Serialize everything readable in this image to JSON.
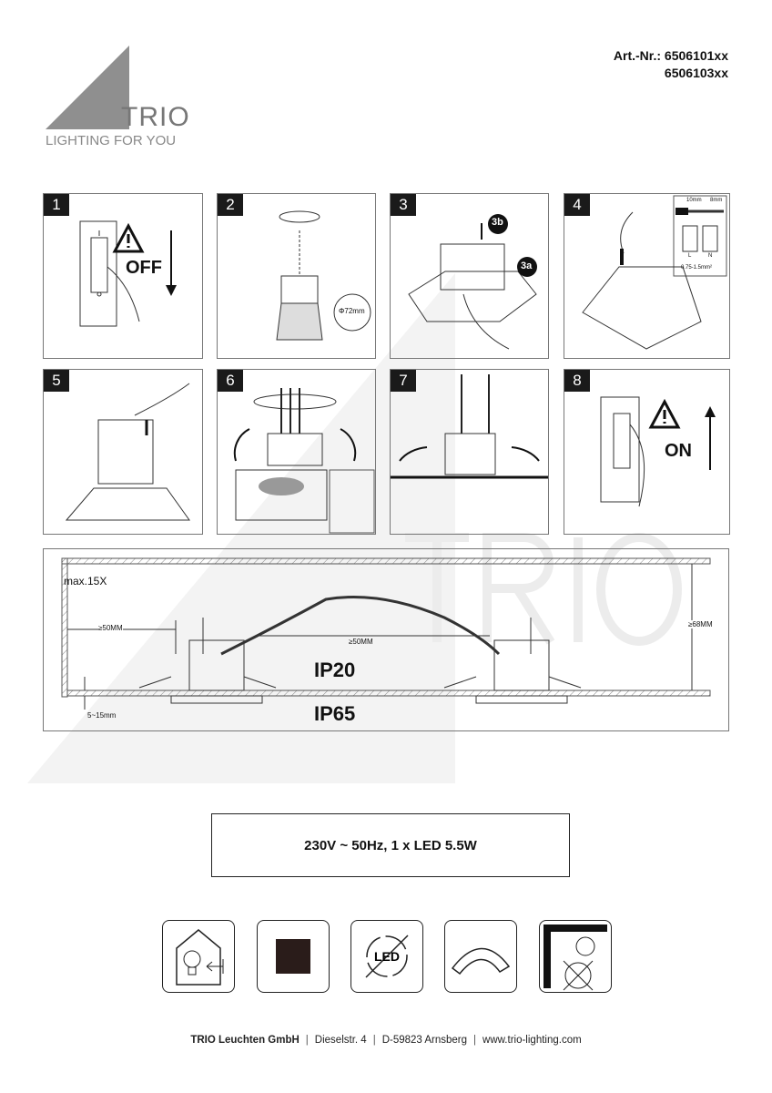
{
  "brand": {
    "name": "TRIO",
    "tagline": "LIGHTING FOR YOU"
  },
  "article": {
    "label": "Art.-Nr.:",
    "numbers": [
      "6506101xx",
      "6506103xx"
    ]
  },
  "steps": [
    {
      "number": "1",
      "text": "OFF"
    },
    {
      "number": "2",
      "text": "Φ72mm"
    },
    {
      "number": "3",
      "labels": [
        "3b",
        "3a"
      ]
    },
    {
      "number": "4",
      "dims": [
        "10mm",
        "8mm"
      ],
      "wire": "0.75-1.5mm²",
      "terminals": [
        "L",
        "N"
      ]
    },
    {
      "number": "5"
    },
    {
      "number": "6"
    },
    {
      "number": "7"
    },
    {
      "number": "8",
      "text": "ON"
    }
  ],
  "install": {
    "max": "max.15X",
    "wall_gap": "≥50MM",
    "between": "≥50MM",
    "height": "≥68MM",
    "ceiling": "5~15mm",
    "ip_top": "IP20",
    "ip_bottom": "IP65"
  },
  "spec": "230V ~ 50Hz, 1 x LED 5.5W",
  "icons": [
    "indoor-use-icon",
    "square-shape-icon",
    "led-not-replaceable-icon",
    "swivel-icon",
    "no-insulation-cover-icon"
  ],
  "icon_text": {
    "led": "LED"
  },
  "footer": {
    "company": "TRIO Leuchten GmbH",
    "street": "Dieselstr. 4",
    "city": "D-59823 Arnsberg",
    "web": "www.trio-lighting.com"
  }
}
